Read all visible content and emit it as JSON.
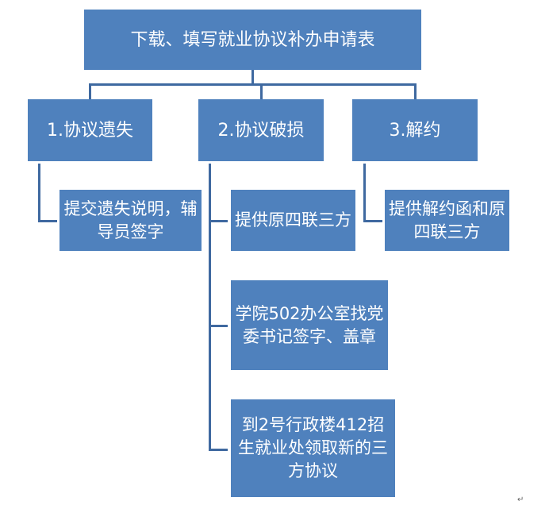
{
  "root": "下载、填写就业协议补办申请表",
  "branches": [
    {
      "label": "1.协议遗失",
      "steps": [
        "提交遗失说明，辅导员签字"
      ]
    },
    {
      "label": "2.协议破损",
      "steps": [
        "提供原四联三方",
        "学院502办公室找党委书记签字、盖章",
        "到2号行政楼412招生就业处领取新的三方协议"
      ]
    },
    {
      "label": "3.解约",
      "steps": [
        "提供解约函和原四联三方"
      ]
    }
  ],
  "colors": {
    "box": "#4f81bd",
    "line": "#3f69a0"
  },
  "end_mark": "↵"
}
